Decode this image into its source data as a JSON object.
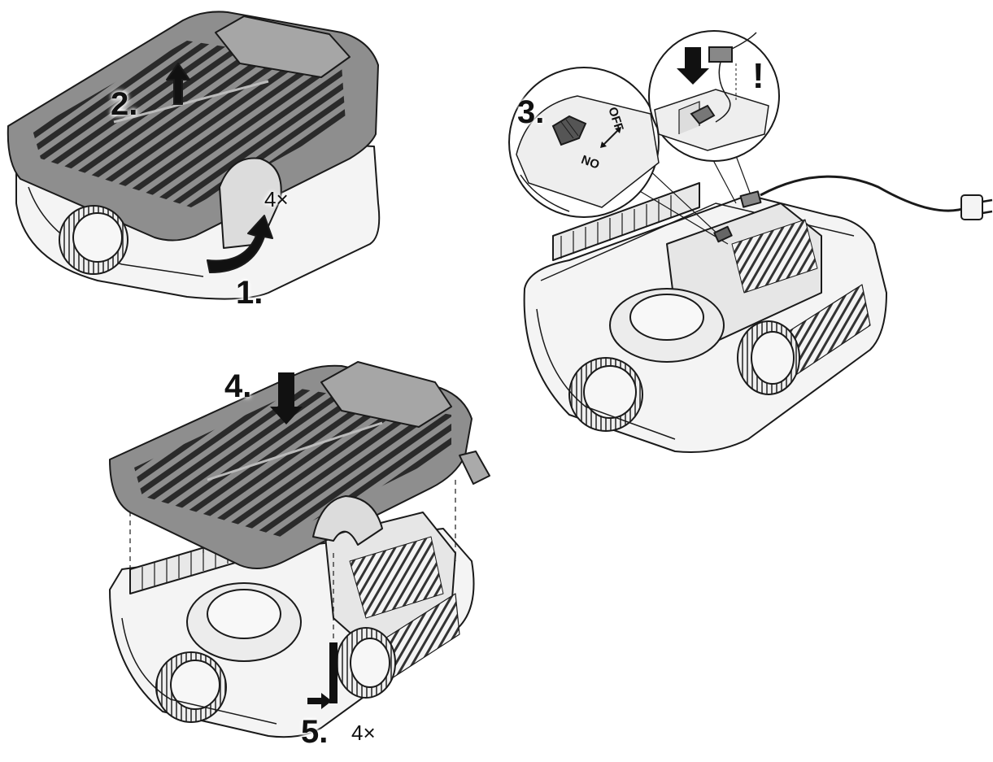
{
  "steps": {
    "s1": "1.",
    "s2": "2.",
    "s3": "3.",
    "s4": "4.",
    "s5": "5."
  },
  "multipliers": {
    "top": "4×",
    "bottom": "4×"
  },
  "switch_labels": {
    "off": "OFF",
    "on": "ON"
  },
  "warning_mark": "!",
  "colors": {
    "line": "#1a1a1a",
    "cover_fill": "#8e8e8e",
    "slot_dark": "#2a2a2a",
    "body_fill": "#f4f4f4",
    "shade": "#d6d6d6"
  }
}
